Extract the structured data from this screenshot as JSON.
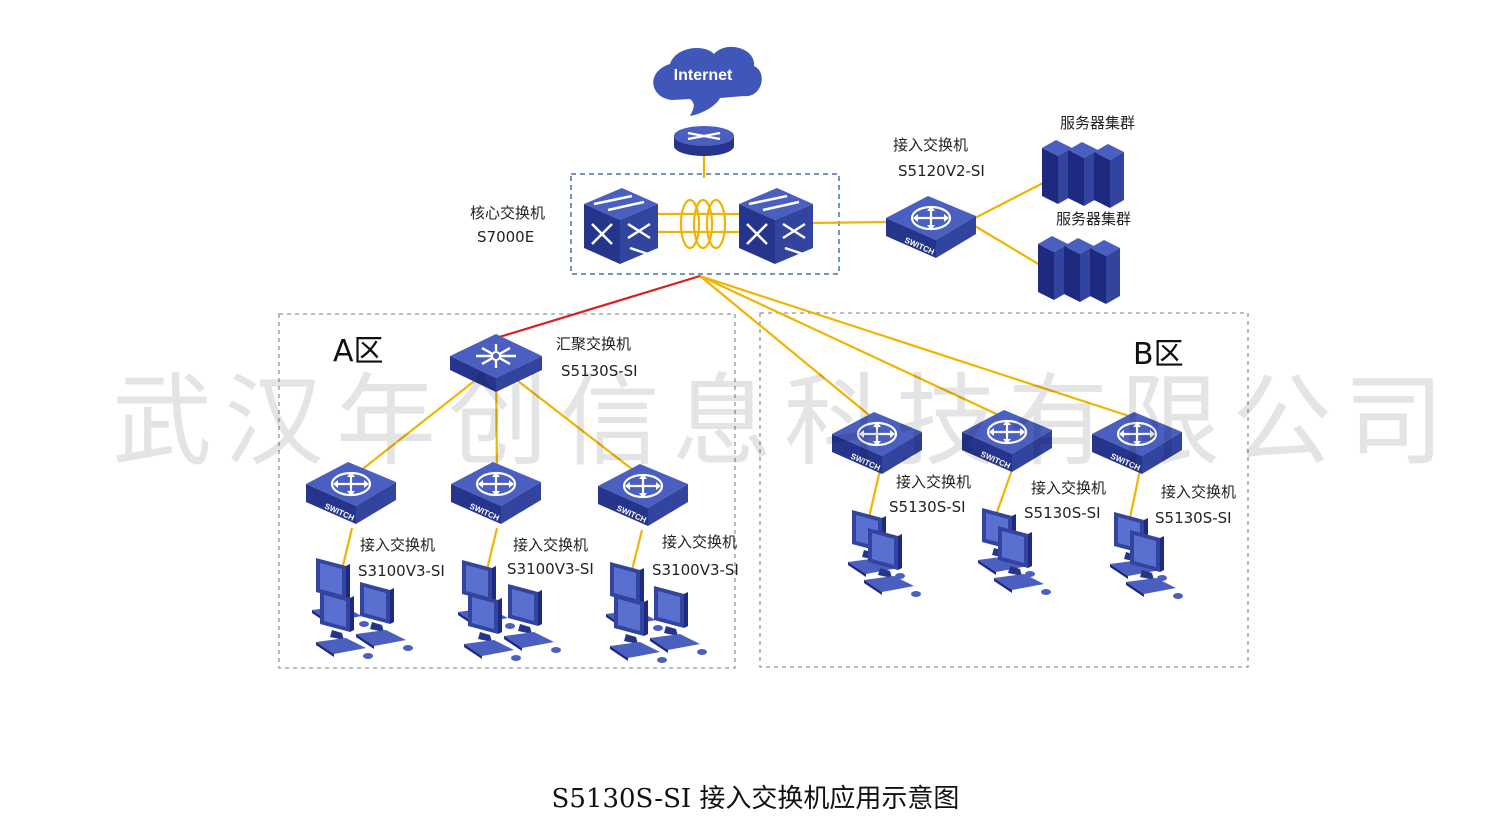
{
  "colors": {
    "device_top": "#4a5fc0",
    "device_side": "#26358c",
    "device_right": "#33449f",
    "link": "#f0b400",
    "uplink": "#d82020",
    "frame": "#4a6fa5",
    "zone_frame": "#8a9aa0"
  },
  "internet": {
    "label": "Internet"
  },
  "core": {
    "name": "核心交换机",
    "model": "S7000E"
  },
  "server_access": {
    "name": "接入交换机",
    "model": "S5120V2-SI"
  },
  "server_clusters": [
    {
      "label": "服务器集群"
    },
    {
      "label": "服务器集群"
    }
  ],
  "zone_a": {
    "title": "A区",
    "aggregation": {
      "name": "汇聚交换机",
      "model": "S5130S-SI"
    },
    "access": [
      {
        "name": "接入交换机",
        "model": "S3100V3-SI"
      },
      {
        "name": "接入交换机",
        "model": "S3100V3-SI"
      },
      {
        "name": "接入交换机",
        "model": "S3100V3-SI"
      }
    ]
  },
  "zone_b": {
    "title": "B区",
    "access": [
      {
        "name": "接入交换机",
        "model": "S5130S-SI"
      },
      {
        "name": "接入交换机",
        "model": "S5130S-SI"
      },
      {
        "name": "接入交换机",
        "model": "S5130S-SI"
      }
    ]
  },
  "switch_badge": "SWITCH",
  "watermark": "武汉年创信息科技有限公司",
  "caption": "S5130S-SI 接入交换机应用示意图"
}
